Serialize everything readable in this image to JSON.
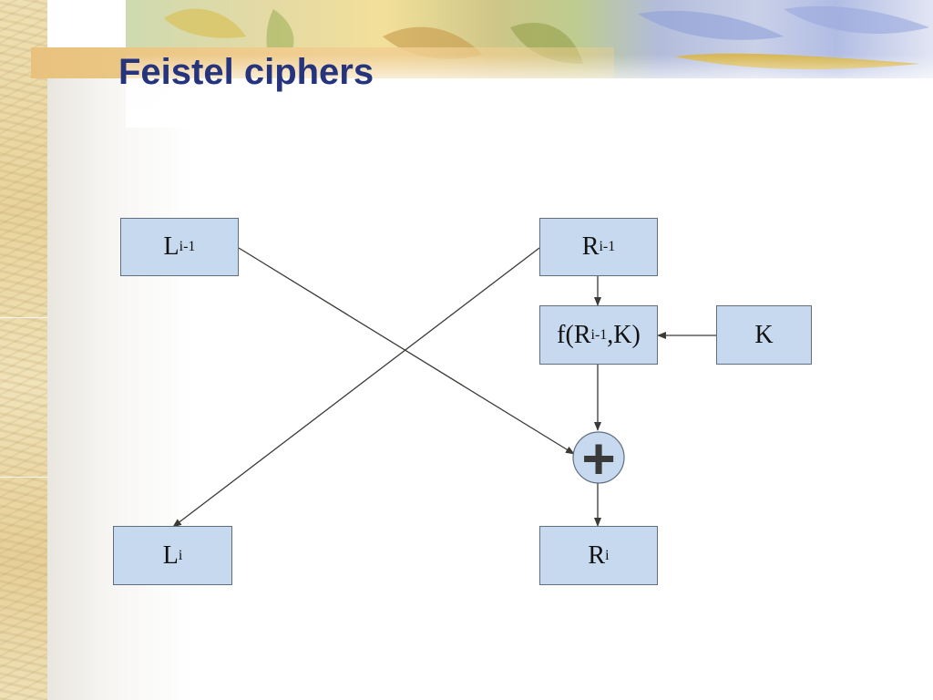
{
  "slide": {
    "title": "Feistel ciphers"
  },
  "diagram": {
    "nodes": {
      "l_prev": {
        "base": "L",
        "sub": "i-1"
      },
      "r_prev": {
        "base": "R",
        "sub": "i-1"
      },
      "f_prefix": "f(R",
      "f_sub": "i-1",
      "f_suffix": ",K)",
      "k": "K",
      "xor_symbol": "+",
      "l_next": {
        "base": "L",
        "sub": "i"
      },
      "r_next": {
        "base": "R",
        "sub": "i"
      }
    },
    "colors": {
      "box_fill": "#c6d9ef",
      "box_border": "#5f6f80",
      "arrow": "#3d3a36",
      "title": "#26337d"
    }
  }
}
